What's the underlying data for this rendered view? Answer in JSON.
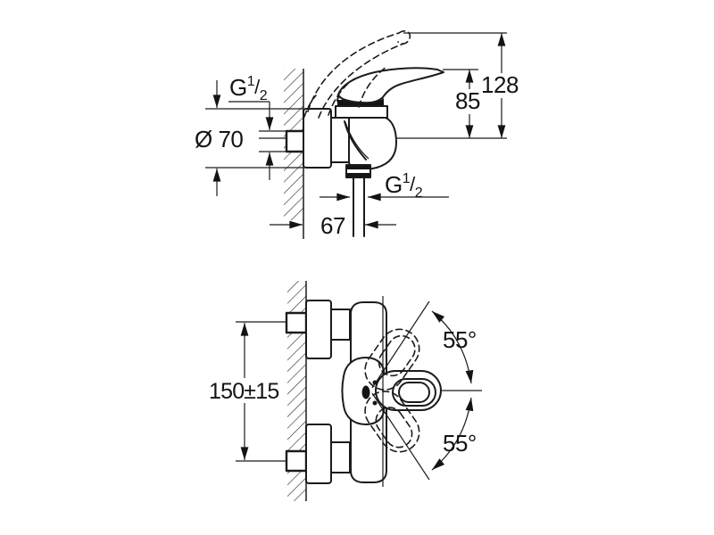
{
  "page": {
    "background": "#ffffff",
    "line_color": "#1b1b1b"
  },
  "drawing": {
    "type": "technical-dimension-diagram",
    "subject": "wall-mounted single-lever shower mixer, side elevation and plan view",
    "side_view": {
      "labels": {
        "thread_wall": {
          "prefix": "G",
          "num": "1",
          "slash": "/",
          "den": "2"
        },
        "escutcheon_diameter": "Ø 70",
        "height_total": "128",
        "height_lever": "85",
        "depth": "67",
        "thread_outlet": {
          "prefix": "G",
          "num": "1",
          "slash": "/",
          "den": "2"
        }
      }
    },
    "plan_view": {
      "labels": {
        "mounting_distance": "150±15",
        "swivel_angle_up": "55°",
        "swivel_angle_down": "55°"
      }
    }
  }
}
